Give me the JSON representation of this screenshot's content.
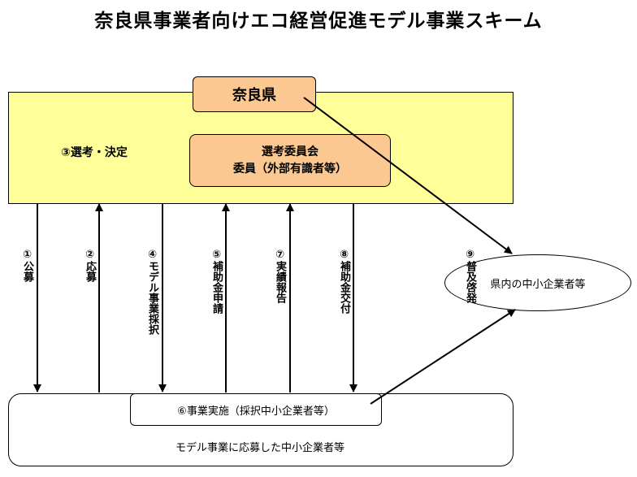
{
  "title": "奈良県事業者向けエコ経営促進モデル事業スキーム",
  "nara": "奈良県",
  "selection_label": "③選考・決定",
  "committee": {
    "line1": "選考委員会",
    "line2": "委員（外部有識者等）"
  },
  "implementation": "⑥事業実施（採択中小企業者等）",
  "applicants": "モデル事業に応募した中小企業者等",
  "sme": "県内の中小企業者等",
  "steps": {
    "s1": "①公募",
    "s2": "②応募",
    "s4": "④モデル事業採択",
    "s5": "⑤補助金申請",
    "s7": "⑦実績報告",
    "s8": "⑧補助金交付",
    "s9": "⑨普及啓発"
  }
}
